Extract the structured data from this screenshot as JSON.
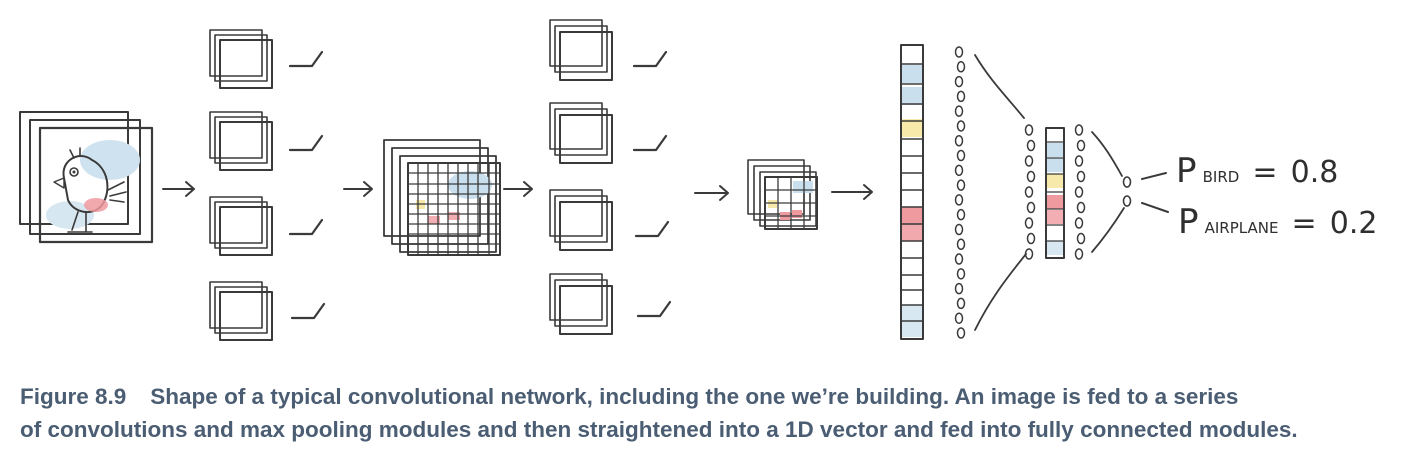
{
  "probabilities": {
    "bird": {
      "symbol": "P",
      "subscript": "BIRD",
      "equals": "=",
      "value": "0.8"
    },
    "airplane": {
      "symbol": "P",
      "subscript": "AIRPLANE",
      "equals": "=",
      "value": "0.2"
    }
  },
  "caption": {
    "number": "Figure 8.9",
    "line1": "Shape of a typical convolutional network, including the one we’re building. An image is fed to a series",
    "line2": "of convolutions and max pooling modules and then straightened into a 1D vector and fed into fully connected modules."
  },
  "colors": {
    "ink": "#3a3a3a",
    "caption": "#4a5d73",
    "cell_blue": "#c9dfee",
    "cell_yellow": "#f6e9a9",
    "cell_red": "#ef9a9f",
    "sky_blue": "#d7e8f3"
  },
  "icons": [
    "input-image-icon",
    "conv-kernel-icon",
    "activation-icon",
    "feature-map-icon",
    "flatten-vector-icon",
    "neuron-column-icon",
    "output-node-icon"
  ]
}
